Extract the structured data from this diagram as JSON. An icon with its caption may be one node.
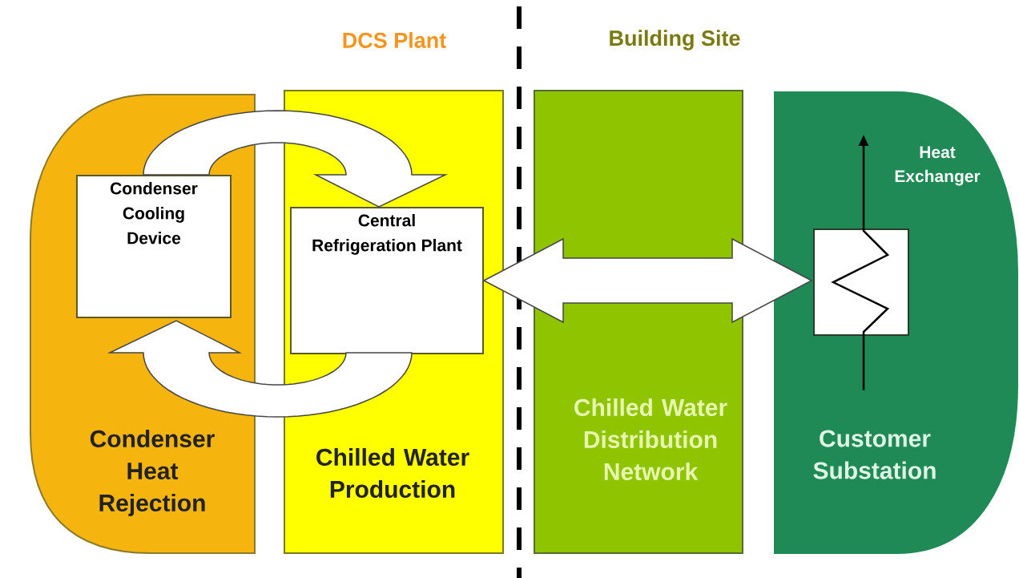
{
  "diagram": {
    "nodes": [
      {
        "text": [
          "Condenser Heat Rejection"
        ]
      },
      {
        "text": [
          "Condenser Cooling Device"
        ],
        "in": 0
      },
      {
        "text": [
          "Chilled Water Production"
        ]
      },
      {
        "text": [
          "Central Refrigeration Plant"
        ],
        "in": 2
      },
      {
        "text": [
          "Chilled Water Distribution Network"
        ]
      },
      {
        "text": [
          "Customer Substation"
        ]
      },
      {
        "text": [
          "Heat Exchanger"
        ],
        "in": 5
      }
    ],
    "edges": [
      {
        "from": 1,
        "to": 3,
        "arrow": "to"
      },
      {
        "from": 3,
        "to": 1,
        "arrow": "to"
      },
      {
        "from": 3,
        "to": 6,
        "arrow": "both"
      }
    ],
    "labels": [
      "DCS Plant",
      "Building Site"
    ]
  }
}
